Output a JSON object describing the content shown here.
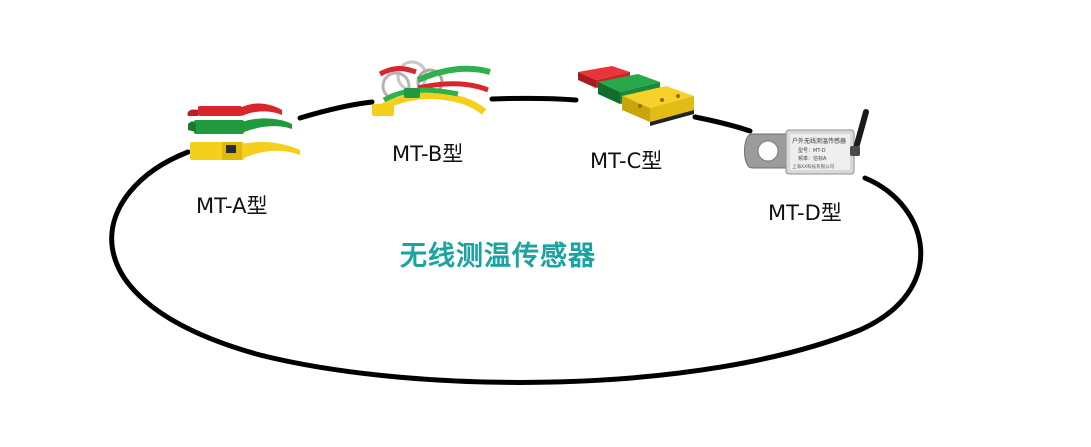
{
  "diagram": {
    "center_label": "无线测温传感器",
    "center_color": "#1aa3a0",
    "sensors": [
      {
        "label": "MT-A型",
        "icon": "strap-clamp-sensor-icon"
      },
      {
        "label": "MT-B型",
        "icon": "ring-strap-sensor-icon"
      },
      {
        "label": "MT-C型",
        "icon": "block-sensor-icon"
      },
      {
        "label": "MT-D型",
        "icon": "antenna-lug-sensor-icon"
      }
    ],
    "device_plate": {
      "line1": "户外无线测温传感器",
      "line2": "型号：MT-D",
      "line3": "频率：信标A",
      "line4": "上海XX科技有限公司"
    },
    "colors": {
      "red": "#d9262c",
      "green": "#1f9a3f",
      "yellow": "#f4cf1b",
      "outline": "#000000"
    }
  }
}
